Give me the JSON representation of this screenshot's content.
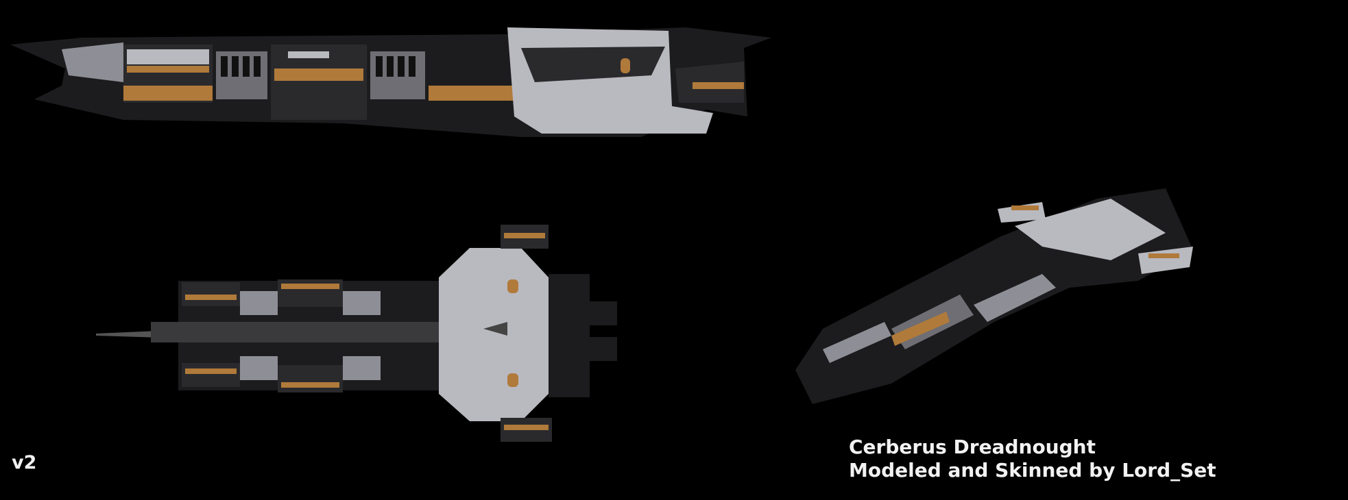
{
  "version_label": "v2",
  "credits": {
    "title": "Cerberus Dreadnought",
    "subtitle": "Modeled and Skinned by Lord_Set"
  },
  "colors": {
    "background": "#000000",
    "hull_dark": "#1c1c1e",
    "hull_light": "#b9b9c0",
    "accent": "#b07a3a"
  }
}
